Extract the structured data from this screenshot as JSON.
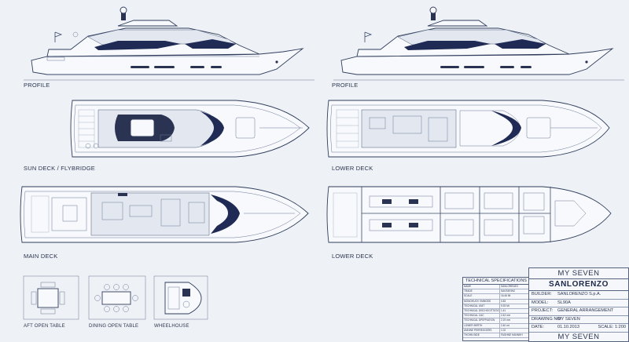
{
  "views": {
    "profile_left": "PROFILE",
    "profile_right": "PROFILE",
    "sun_deck": "SUN DECK / FLYBRIDGE",
    "lower_deck_top": "LOWER DECK",
    "main_deck": "MAIN DECK",
    "lower_deck_bottom": "LOWER DECK",
    "aft_open_table": "AFT OPEN TABLE",
    "dining_open_table": "DINING OPEN TABLE",
    "wheelhouse": "WHEELHOUSE"
  },
  "specs": {
    "title": "TECHNICAL SPECIFICATIONS",
    "rows": [
      {
        "k": "NAME",
        "v": "SANLORENZO"
      },
      {
        "k": "TRADE",
        "v": "SANTARINO"
      },
      {
        "k": "SCALE",
        "v": "16.46 Mt"
      },
      {
        "k": "MONOHUOV VMMGSS",
        "v": "0.83"
      },
      {
        "k": "TECHNICAL UNIT",
        "v": "9.93 Mt"
      },
      {
        "k": "TECHNICAL DISCHOGITTATIONS",
        "v": "1.41"
      },
      {
        "k": "TECHNICAL CAC",
        "v": "2.43 mm"
      },
      {
        "k": "TECHNICAL DPEPRATION",
        "v": "2.19 mm"
      },
      {
        "k": "LOWER BERTH",
        "v": "2.40 mt"
      },
      {
        "k": "ANNINE PERREGGERS",
        "v": "1.02"
      },
      {
        "k": "THOHN INDE",
        "v": "FAGHNE HANNHH"
      }
    ]
  },
  "title_block": {
    "name_top": "MY SEVEN",
    "brand": "SANLORENZO",
    "builder_key": "BUILDER:",
    "builder_val": "SANLORENZO S.p.A.",
    "model_key": "MODEL:",
    "model_val": "SL90A",
    "project_key": "PROJECT:",
    "project_val": "GENERAL ARRANGEMENT",
    "drawing_key": "DRAWING NO:",
    "drawing_val": "MY SEVEN",
    "date_key": "DATE:",
    "date_val": "01.10.2013",
    "scale_text": "SCALE: 1:200",
    "name_bottom": "MY SEVEN"
  }
}
